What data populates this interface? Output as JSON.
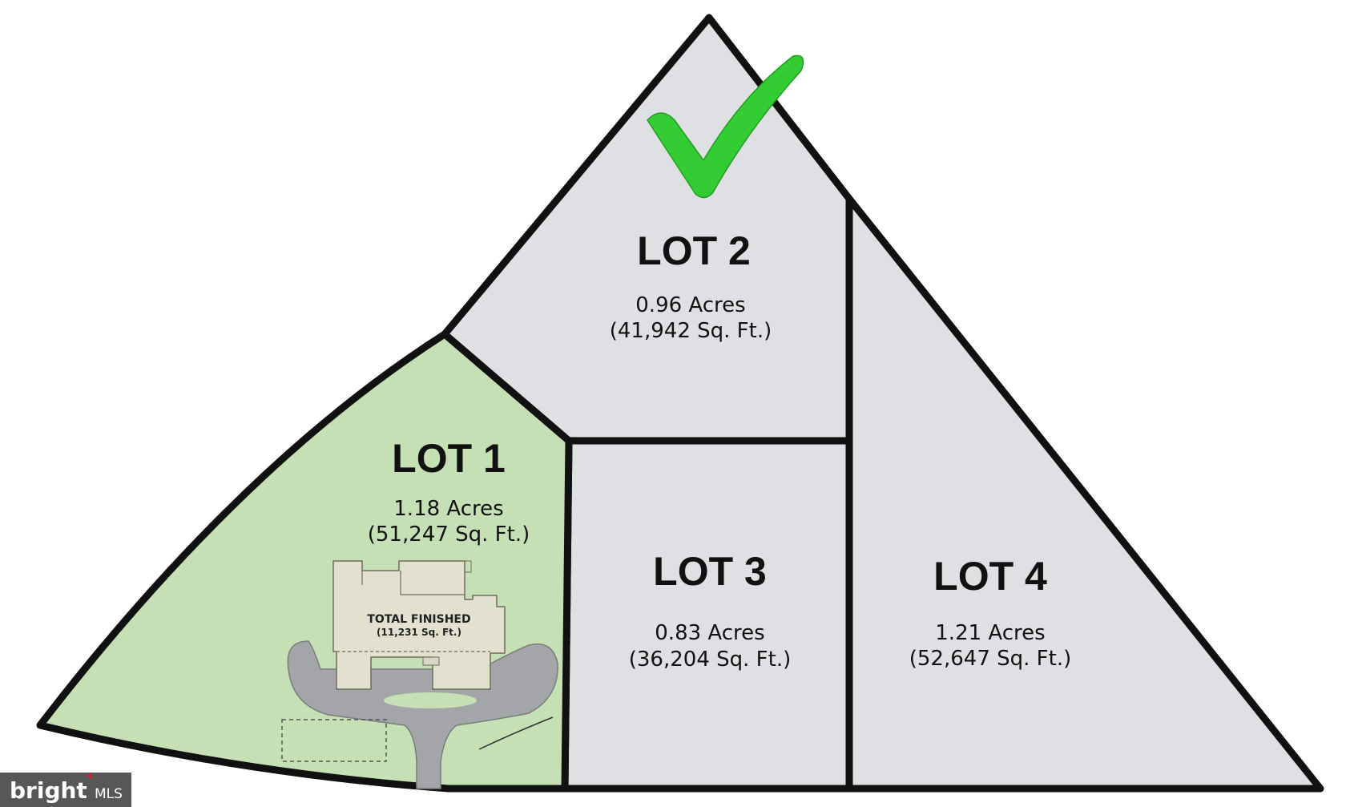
{
  "lots": [
    {
      "id": "lot1",
      "title": "LOT 1",
      "acres": "1.18 Acres",
      "sqft": "(51,247 Sq. Ft.)",
      "fill": "#c5e0b4"
    },
    {
      "id": "lot2",
      "title": "LOT 2",
      "acres": "0.96 Acres",
      "sqft": "(41,942 Sq. Ft.)",
      "fill": "#dfe0e4"
    },
    {
      "id": "lot3",
      "title": "LOT 3",
      "acres": "0.83 Acres",
      "sqft": "(36,204 Sq. Ft.)",
      "fill": "#dfe0e4"
    },
    {
      "id": "lot4",
      "title": "LOT 4",
      "acres": "1.21 Acres",
      "sqft": "(52,647 Sq. Ft.)",
      "fill": "#dfe0e4"
    }
  ],
  "building": {
    "label": "TOTAL FINISHED",
    "sqft": "(11,231 Sq. Ft.)"
  },
  "checkmark": {
    "icon": "checkmark-icon",
    "color": "#33cc33"
  },
  "watermark": {
    "brand": "bright",
    "suffix": "MLS",
    "accent": "#e8112d"
  },
  "colors": {
    "boundary": "#111111",
    "driveway": "#a3a5a8",
    "building": "#e2e0cf"
  }
}
